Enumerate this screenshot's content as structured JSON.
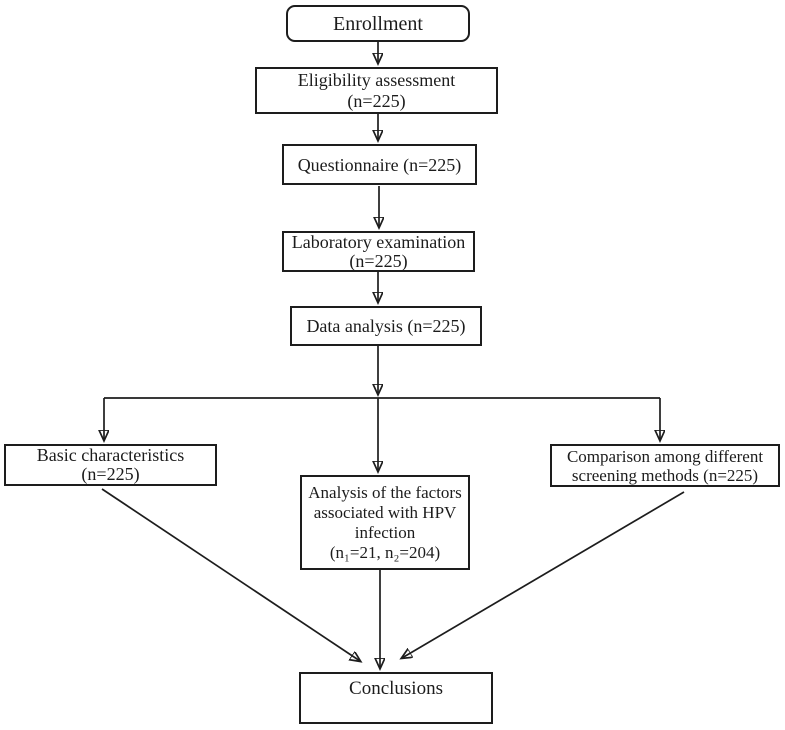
{
  "colors": {
    "line": "#1d1d1d",
    "box_border": "#1d1d1d",
    "background": "#ffffff",
    "text": "#1c1c1c"
  },
  "diagram": {
    "nodes": {
      "enrollment": {
        "label": "Enrollment"
      },
      "eligibility": {
        "label": "Eligibility assessment\n(n=225)"
      },
      "questionnaire": {
        "label": "Questionnaire (n=225)"
      },
      "laboratory": {
        "label": "Laboratory examination\n(n=225)"
      },
      "data_analysis": {
        "label": "Data analysis (n=225)"
      },
      "basic_characteristics": {
        "label": "Basic characteristics\n(n=225)"
      },
      "factor_analysis": {
        "label": "Analysis of the factors\nassociated with HPV\ninfection\n(n₁=21, n₂=204)"
      },
      "comparison": {
        "label": "Comparison among different\nscreening methods (n=225)"
      },
      "conclusions": {
        "label": "Conclusions"
      }
    }
  }
}
